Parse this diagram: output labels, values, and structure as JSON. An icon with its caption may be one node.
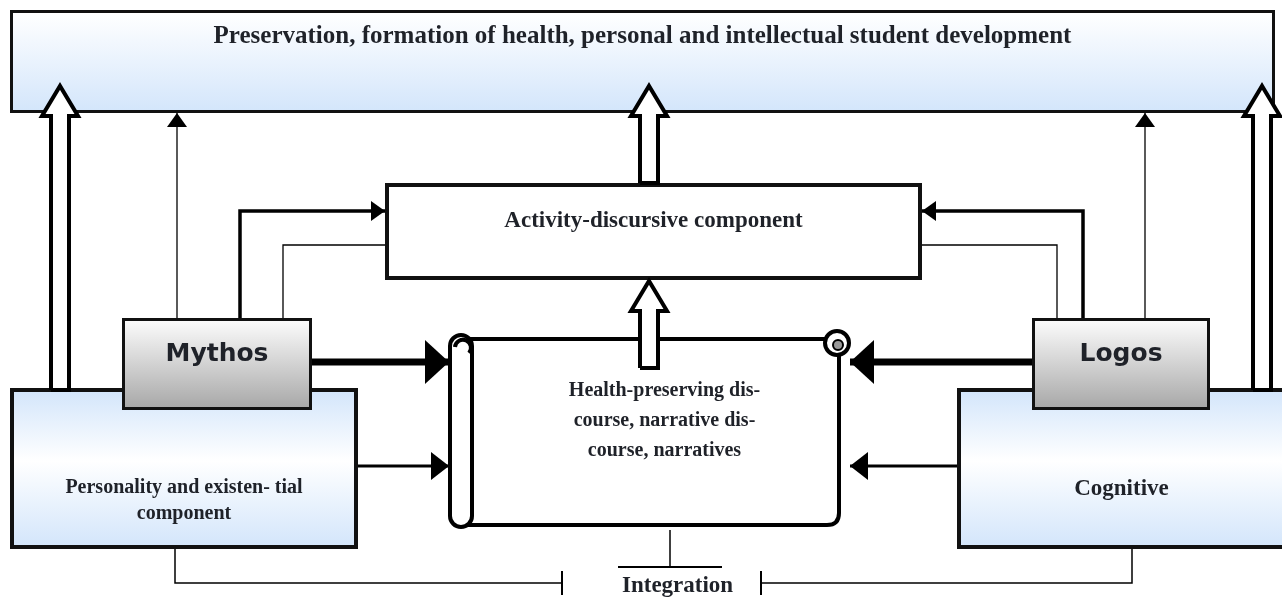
{
  "diagram": {
    "nodes": [
      {
        "text": [
          "Preservation, formation of health, personal and intellectual student development"
        ]
      },
      {
        "text": [
          "Activity-discursive component"
        ]
      },
      {
        "text": [
          "Mythos"
        ]
      },
      {
        "text": [
          "Health-preserving dis- course, narrative dis- course, narratives"
        ]
      },
      {
        "text": [
          "Logos"
        ]
      },
      {
        "text": [
          "Personality and existen- tial component"
        ]
      },
      {
        "text": [
          "Cognitive"
        ]
      },
      {
        "text": [
          "Integration"
        ]
      }
    ],
    "edges": [
      {
        "from": 5,
        "to": 0,
        "arrow": "to",
        "style": "thick"
      },
      {
        "from": 2,
        "to": 0,
        "arrow": "to"
      },
      {
        "from": 1,
        "to": 0,
        "arrow": "to",
        "style": "thick"
      },
      {
        "from": 4,
        "to": 0,
        "arrow": "to"
      },
      {
        "from": 6,
        "to": 0,
        "arrow": "to",
        "style": "thick"
      },
      {
        "from": 2,
        "to": 1,
        "arrow": "to",
        "style": "thick"
      },
      {
        "from": 2,
        "to": 1,
        "arrow": "none"
      },
      {
        "from": 4,
        "to": 1,
        "arrow": "to",
        "style": "thick"
      },
      {
        "from": 4,
        "to": 1,
        "arrow": "none"
      },
      {
        "from": 3,
        "to": 1,
        "arrow": "to",
        "style": "thick"
      },
      {
        "from": 2,
        "to": 3,
        "arrow": "to",
        "style": "thick"
      },
      {
        "from": 4,
        "to": 3,
        "arrow": "to",
        "style": "thick"
      },
      {
        "from": 5,
        "to": 3,
        "arrow": "to"
      },
      {
        "from": 6,
        "to": 3,
        "arrow": "to"
      },
      {
        "from": 5,
        "to": 7,
        "arrow": "other"
      },
      {
        "from": 3,
        "to": 7,
        "arrow": "other"
      },
      {
        "from": 6,
        "to": 7,
        "arrow": "other"
      }
    ]
  }
}
